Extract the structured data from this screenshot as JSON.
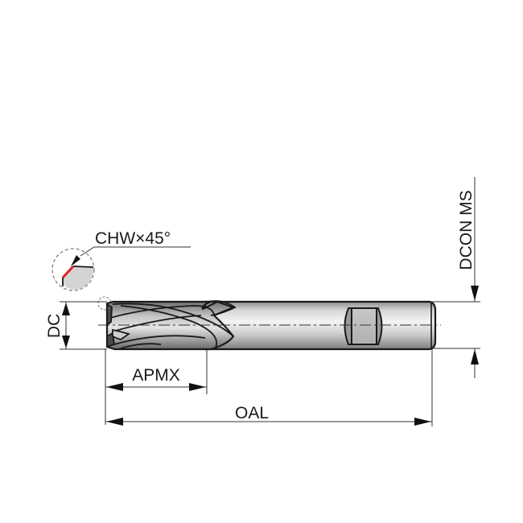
{
  "drawing": {
    "title": "End mill dimension diagram",
    "colors": {
      "chamfer_highlight": "#e0201f",
      "tool_body_light": "#f0f0f0",
      "tool_body_dark": "#8c8c8c",
      "detail_fill": "#d4d4d4",
      "line": "#1a1a1a"
    },
    "labels": {
      "chamfer": "CHW×45°",
      "cutting_diameter": "DC",
      "shank_diameter": "DCON MS",
      "cutting_length": "APMX",
      "overall_length": "OAL"
    },
    "icons": {
      "detail_circle": "dashed-circle-detail",
      "arrowheads": "dimension-arrow"
    }
  }
}
